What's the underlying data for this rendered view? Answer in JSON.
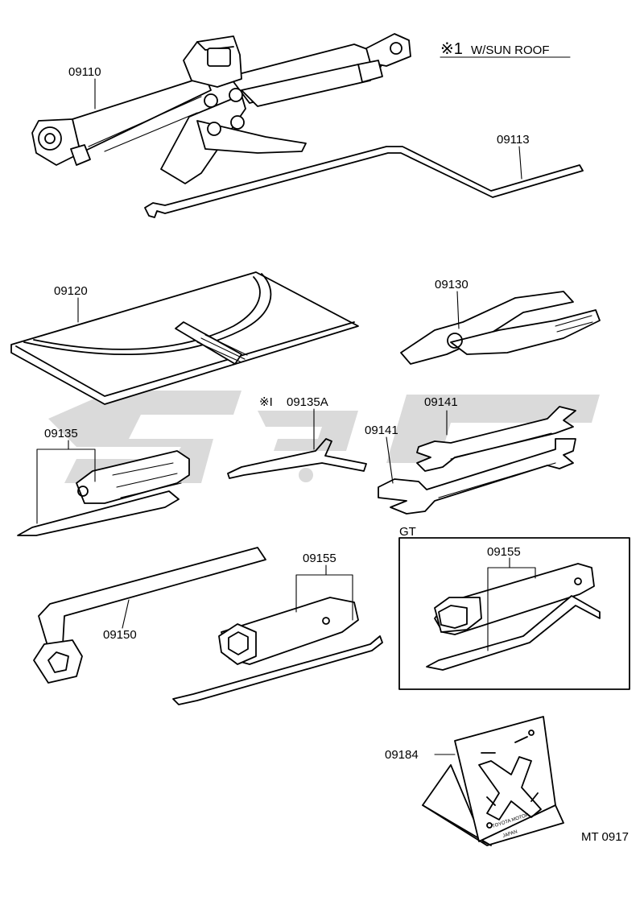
{
  "note": {
    "marker": "※1",
    "text": "W/SUN ROOF"
  },
  "labels": {
    "jack": "09110",
    "jack_handle": "09113",
    "tool_bag": "09120",
    "pliers": "09130",
    "bar_marker": "※I",
    "bar": "09135A",
    "wrench_upper": "09141",
    "wrench_lower": "09141",
    "screwdriver": "09135",
    "gt": "GT",
    "plug_wrench": "09155",
    "plug_wrench_gt": "09155",
    "wheel_wrench": "09150",
    "chock": "09184"
  },
  "chock_stamp": {
    "line1": "TOYOTA MOTOR",
    "line2": "JAPAN"
  },
  "footer": {
    "code": "MT 0917"
  }
}
